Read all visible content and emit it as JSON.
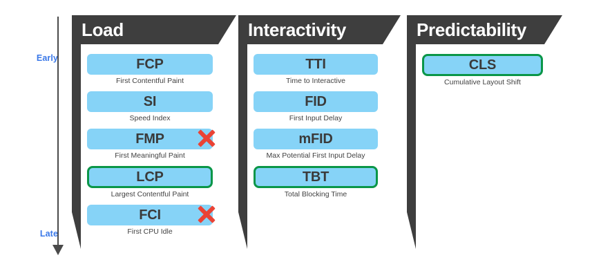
{
  "timeline": {
    "early_label": "Early",
    "late_label": "Late",
    "axis_color": "#4a4a4a",
    "label_color": "#3a78e8"
  },
  "theme": {
    "banner_bg": "#3e3e3e",
    "pill_bg": "#86d3f7",
    "highlight_border": "#0a9648",
    "deprecated_mark": "#ea4335",
    "caption_color": "#414141"
  },
  "columns": [
    {
      "title": "Load",
      "metrics": [
        {
          "abbr": "FCP",
          "caption": "First Contentful Paint",
          "highlighted": false,
          "deprecated": false
        },
        {
          "abbr": "SI",
          "caption": "Speed Index",
          "highlighted": false,
          "deprecated": false
        },
        {
          "abbr": "FMP",
          "caption": "First Meaningful Paint",
          "highlighted": false,
          "deprecated": true
        },
        {
          "abbr": "LCP",
          "caption": "Largest Contentful Paint",
          "highlighted": true,
          "deprecated": false
        },
        {
          "abbr": "FCI",
          "caption": "First CPU Idle",
          "highlighted": false,
          "deprecated": true
        }
      ]
    },
    {
      "title": "Interactivity",
      "metrics": [
        {
          "abbr": "TTI",
          "caption": "Time to Interactive",
          "highlighted": false,
          "deprecated": false
        },
        {
          "abbr": "FID",
          "caption": "First Input Delay",
          "highlighted": false,
          "deprecated": false
        },
        {
          "abbr": "mFID",
          "caption": "Max Potential First Input Delay",
          "highlighted": false,
          "deprecated": false
        },
        {
          "abbr": "TBT",
          "caption": "Total Blocking Time",
          "highlighted": true,
          "deprecated": false
        }
      ]
    },
    {
      "title": "Predictability",
      "metrics": [
        {
          "abbr": "CLS",
          "caption": "Cumulative Layout Shift",
          "highlighted": true,
          "deprecated": false
        }
      ]
    }
  ]
}
